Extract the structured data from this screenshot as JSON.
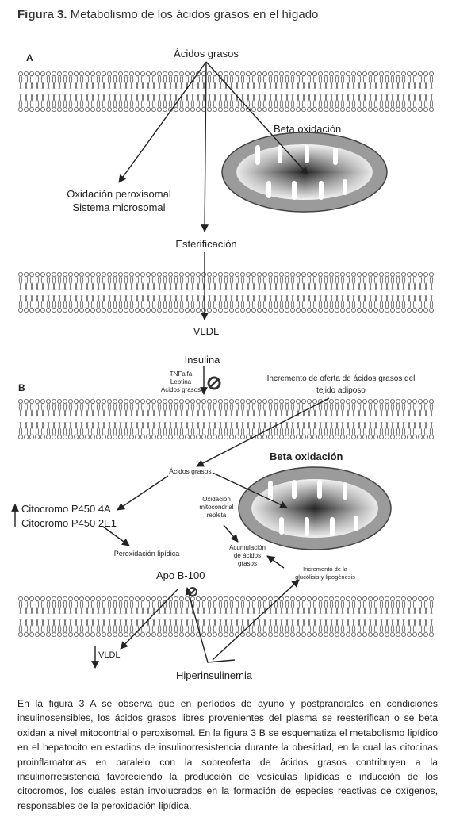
{
  "figure": {
    "number": "Figura 3.",
    "title": "Metabolismo de los ácidos grasos en el hígado"
  },
  "panel_a": {
    "letter": "A",
    "acidos_grasos": "Ácidos grasos",
    "beta_oxidacion": "Beta oxidación",
    "oxidacion_line1": "Oxidación peroxisomal",
    "oxidacion_line2": "Sistema microsomal",
    "esterificacion": "Esterificación",
    "vldl": "VLDL"
  },
  "panel_b": {
    "letter": "B",
    "insulina": "Insulina",
    "inhibitors": [
      "TNFalfa",
      "Leptina",
      "Ácidos grasos"
    ],
    "incremento_oferta_1": "Incremento de oferta de ácidos grasos del",
    "incremento_oferta_2": "tejido adiposo",
    "acidos_grasos": "Ácidos grasos",
    "beta_oxidacion": "Beta oxidación",
    "citocromo_1": "Citocromo P450 4A",
    "citocromo_2": "Citocromo P450 2E1",
    "oxidacion_mito": [
      "Oxidación",
      "mitocondrial",
      "repleta"
    ],
    "peroxidacion": "Peroxidación lipídica",
    "acumulacion": [
      "Acumulación",
      "de ácidos",
      "grasos"
    ],
    "incremento_glucolisis": [
      "Incremento de la",
      "glucólisis y lipogénesis"
    ],
    "apo": "Apo B-100",
    "vldl": "VLDL",
    "hiperinsulinemia": "Hiperinsulinemia"
  },
  "caption": "En la figura 3 A se observa que en períodos de ayuno y postprandiales en condiciones insulinosensibles, los ácidos grasos libres provenientes del plasma se reesterifican o se beta oxidan a nivel mitocontrial o peroxisomal. En la figura 3 B se esquematiza el metabolismo lipídico en el hepatocito en estadios de insulinorresistencia durante la obesidad, en la cual las citocinas proinflamatorias en paralelo con la sobreoferta de ácidos grasos contribuyen a la insulinorresistencia favoreciendo la producción de vesículas lipídicas e inducción de los citocromos, los cuales están involucrados en la formación de especies reactivas de oxígenos, responsables de la peroxidación lipídica."
}
